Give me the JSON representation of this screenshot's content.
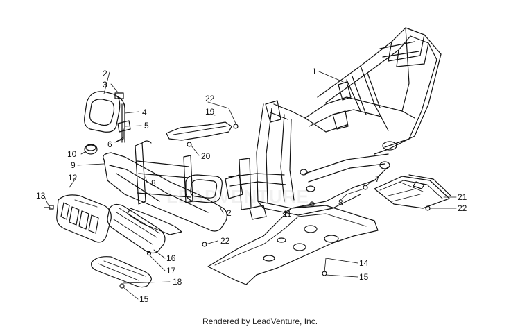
{
  "diagram": {
    "type": "exploded-parts-diagram",
    "callouts": {
      "c1": "1",
      "c2a": "2",
      "c2b": "2",
      "c3": "3",
      "c4": "4",
      "c5": "5",
      "c6": "6",
      "c7": "7",
      "c8a": "8",
      "c8b": "8",
      "c9": "9",
      "c10": "10",
      "c11": "11",
      "c12": "12",
      "c13": "13",
      "c14": "14",
      "c15a": "15",
      "c15b": "15",
      "c16": "16",
      "c17": "17",
      "c18": "18",
      "c19": "19",
      "c20": "20",
      "c21": "21",
      "c22a": "22",
      "c22b": "22",
      "c22c": "22"
    }
  },
  "watermark": "LEADVENTURE",
  "footer": {
    "credit": "Rendered by LeadVenture, Inc."
  }
}
